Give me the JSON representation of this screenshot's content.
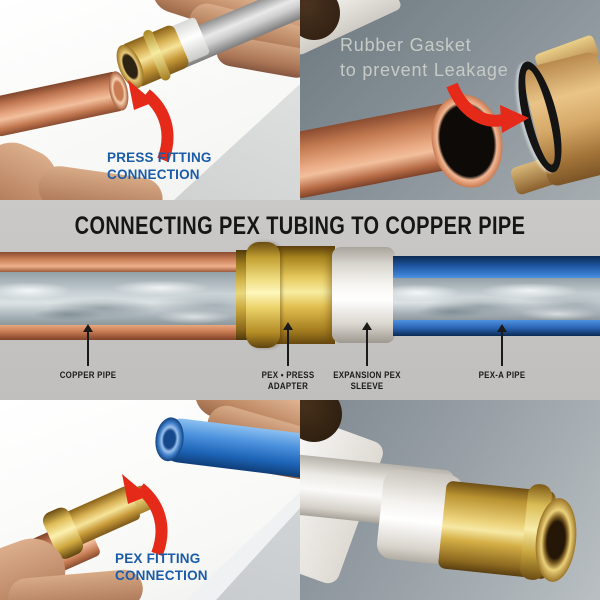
{
  "image_type": "product-infographic-photo-collage",
  "panels": {
    "press_fitting": {
      "caption_line1": "PRESS FITTING",
      "caption_line2": "CONNECTION",
      "arrow_icon": "curved-red-arrow"
    },
    "rubber_gasket": {
      "note_line1": "Rubber Gasket",
      "note_line2": "to prevent Leakage",
      "arrow_icon": "curved-red-arrow"
    },
    "pex_fitting": {
      "caption_line1": "PEX FITTING",
      "caption_line2": "CONNECTION",
      "arrow_icon": "curved-red-arrow"
    },
    "press_fitting_product": {}
  },
  "diagram": {
    "title": "CONNECTING PEX TUBING TO COPPER PIPE",
    "labels": [
      {
        "line1": "COPPER PIPE",
        "line2": "",
        "pointer_icon": "thin-up-arrow"
      },
      {
        "line1": "PEX • PRESS",
        "line2": "ADAPTER",
        "pointer_icon": "thin-up-arrow"
      },
      {
        "line1": "EXPANSION PEX",
        "line2": "SLEEVE",
        "pointer_icon": "thin-up-arrow"
      },
      {
        "line1": "PEX-A PIPE",
        "line2": "",
        "pointer_icon": "thin-up-arrow"
      }
    ]
  },
  "colors": {
    "caption_blue": "#1b5ca9",
    "note_gray": "#c6cbc5",
    "band_bg": "#c6c5c3",
    "title_color": "#161616",
    "arrow_red": "#e52a1a",
    "label_color": "#1a1a1a",
    "copper": "#cf8a64",
    "brass": "#e2bf50",
    "pex_pipe_blue": "#2a6fc0",
    "pex_tube_blue": "#3c86d9"
  }
}
